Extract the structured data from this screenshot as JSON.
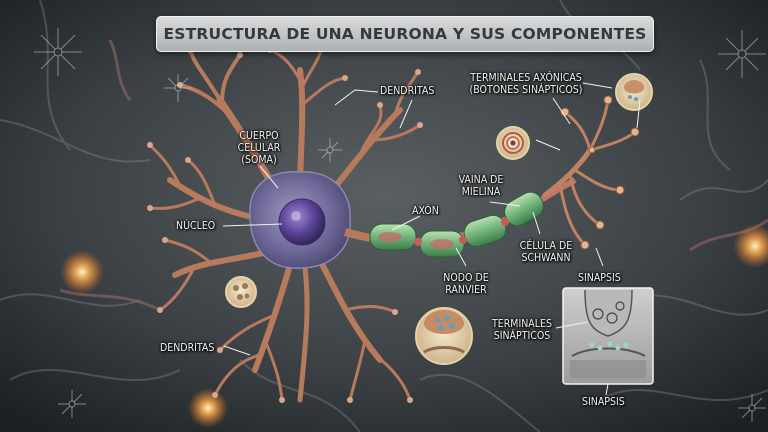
{
  "title": "ESTRUCTURA DE UNA NEURONA Y SUS COMPONENTES",
  "labels": {
    "dendritas_top": "DENDRITAS",
    "cuerpo_celular": "CUERPO\nCELULAR\n(SOMA)",
    "nucleo": "NÚCLEO",
    "axon": "AXÓN",
    "vaina_mielina": "VAINA DE\nMIELINA",
    "terminales_axonicas": "TERMINALES AXÓNICAS\n(BOTONES SINÁPTICOS)",
    "celula_schwann": "CÉLULA DE\nSCHWANN",
    "nodo_ranvier": "NODO DE\nRANVIER",
    "sinapsis_top": "SINAPSIS",
    "terminales_sinapticos": "TERMINALES\nSINÁPTICOS",
    "dendritas_bottom": "DENDRITAS",
    "sinapsis_bottom": "SINAPSIS"
  },
  "colors": {
    "background": "#2b3134",
    "neuron": "#b87a5c",
    "soma": "#6f6a9a",
    "nucleus": "#54408a",
    "myelin": "#7fbf84",
    "node_ranvier": "#c85a5a",
    "title_bg": "#c9cbcd",
    "label_text": "#f4f4f2",
    "glow": "#ffb050"
  }
}
